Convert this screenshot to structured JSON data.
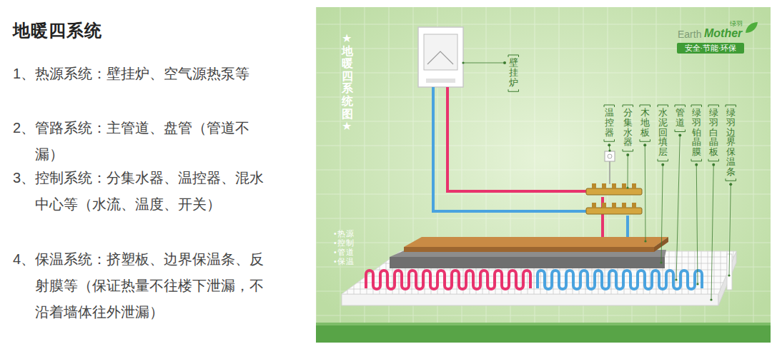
{
  "diagram": {
    "title": "地暖四系统",
    "labels": [
      "1、热源系统：壁挂炉、空气源热泵等",
      "2、管路系统：主管道、盘管（管道不漏）",
      "3、控制系统：分集水器、温控器、混水 中心等（水流、温度、开关）",
      "4、保温系统：挤塑板、边界保温条、反 射膜等（保证热量不往楼下泄漏，不 沿着墙体往外泄漏）",
      "★地暖四系统图★",
      "壁挂炉",
      "Earth",
      "Mother",
      "绿羽",
      "安全·节能·环保",
      "温控器",
      "分集水器",
      "木地板",
      "水泥回填层",
      "管道",
      "绿羽铂晶膜",
      "绿羽白晶板",
      "绿羽边界保温条",
      "•热源",
      "•控制",
      "•管道",
      "•保温"
    ]
  }
}
